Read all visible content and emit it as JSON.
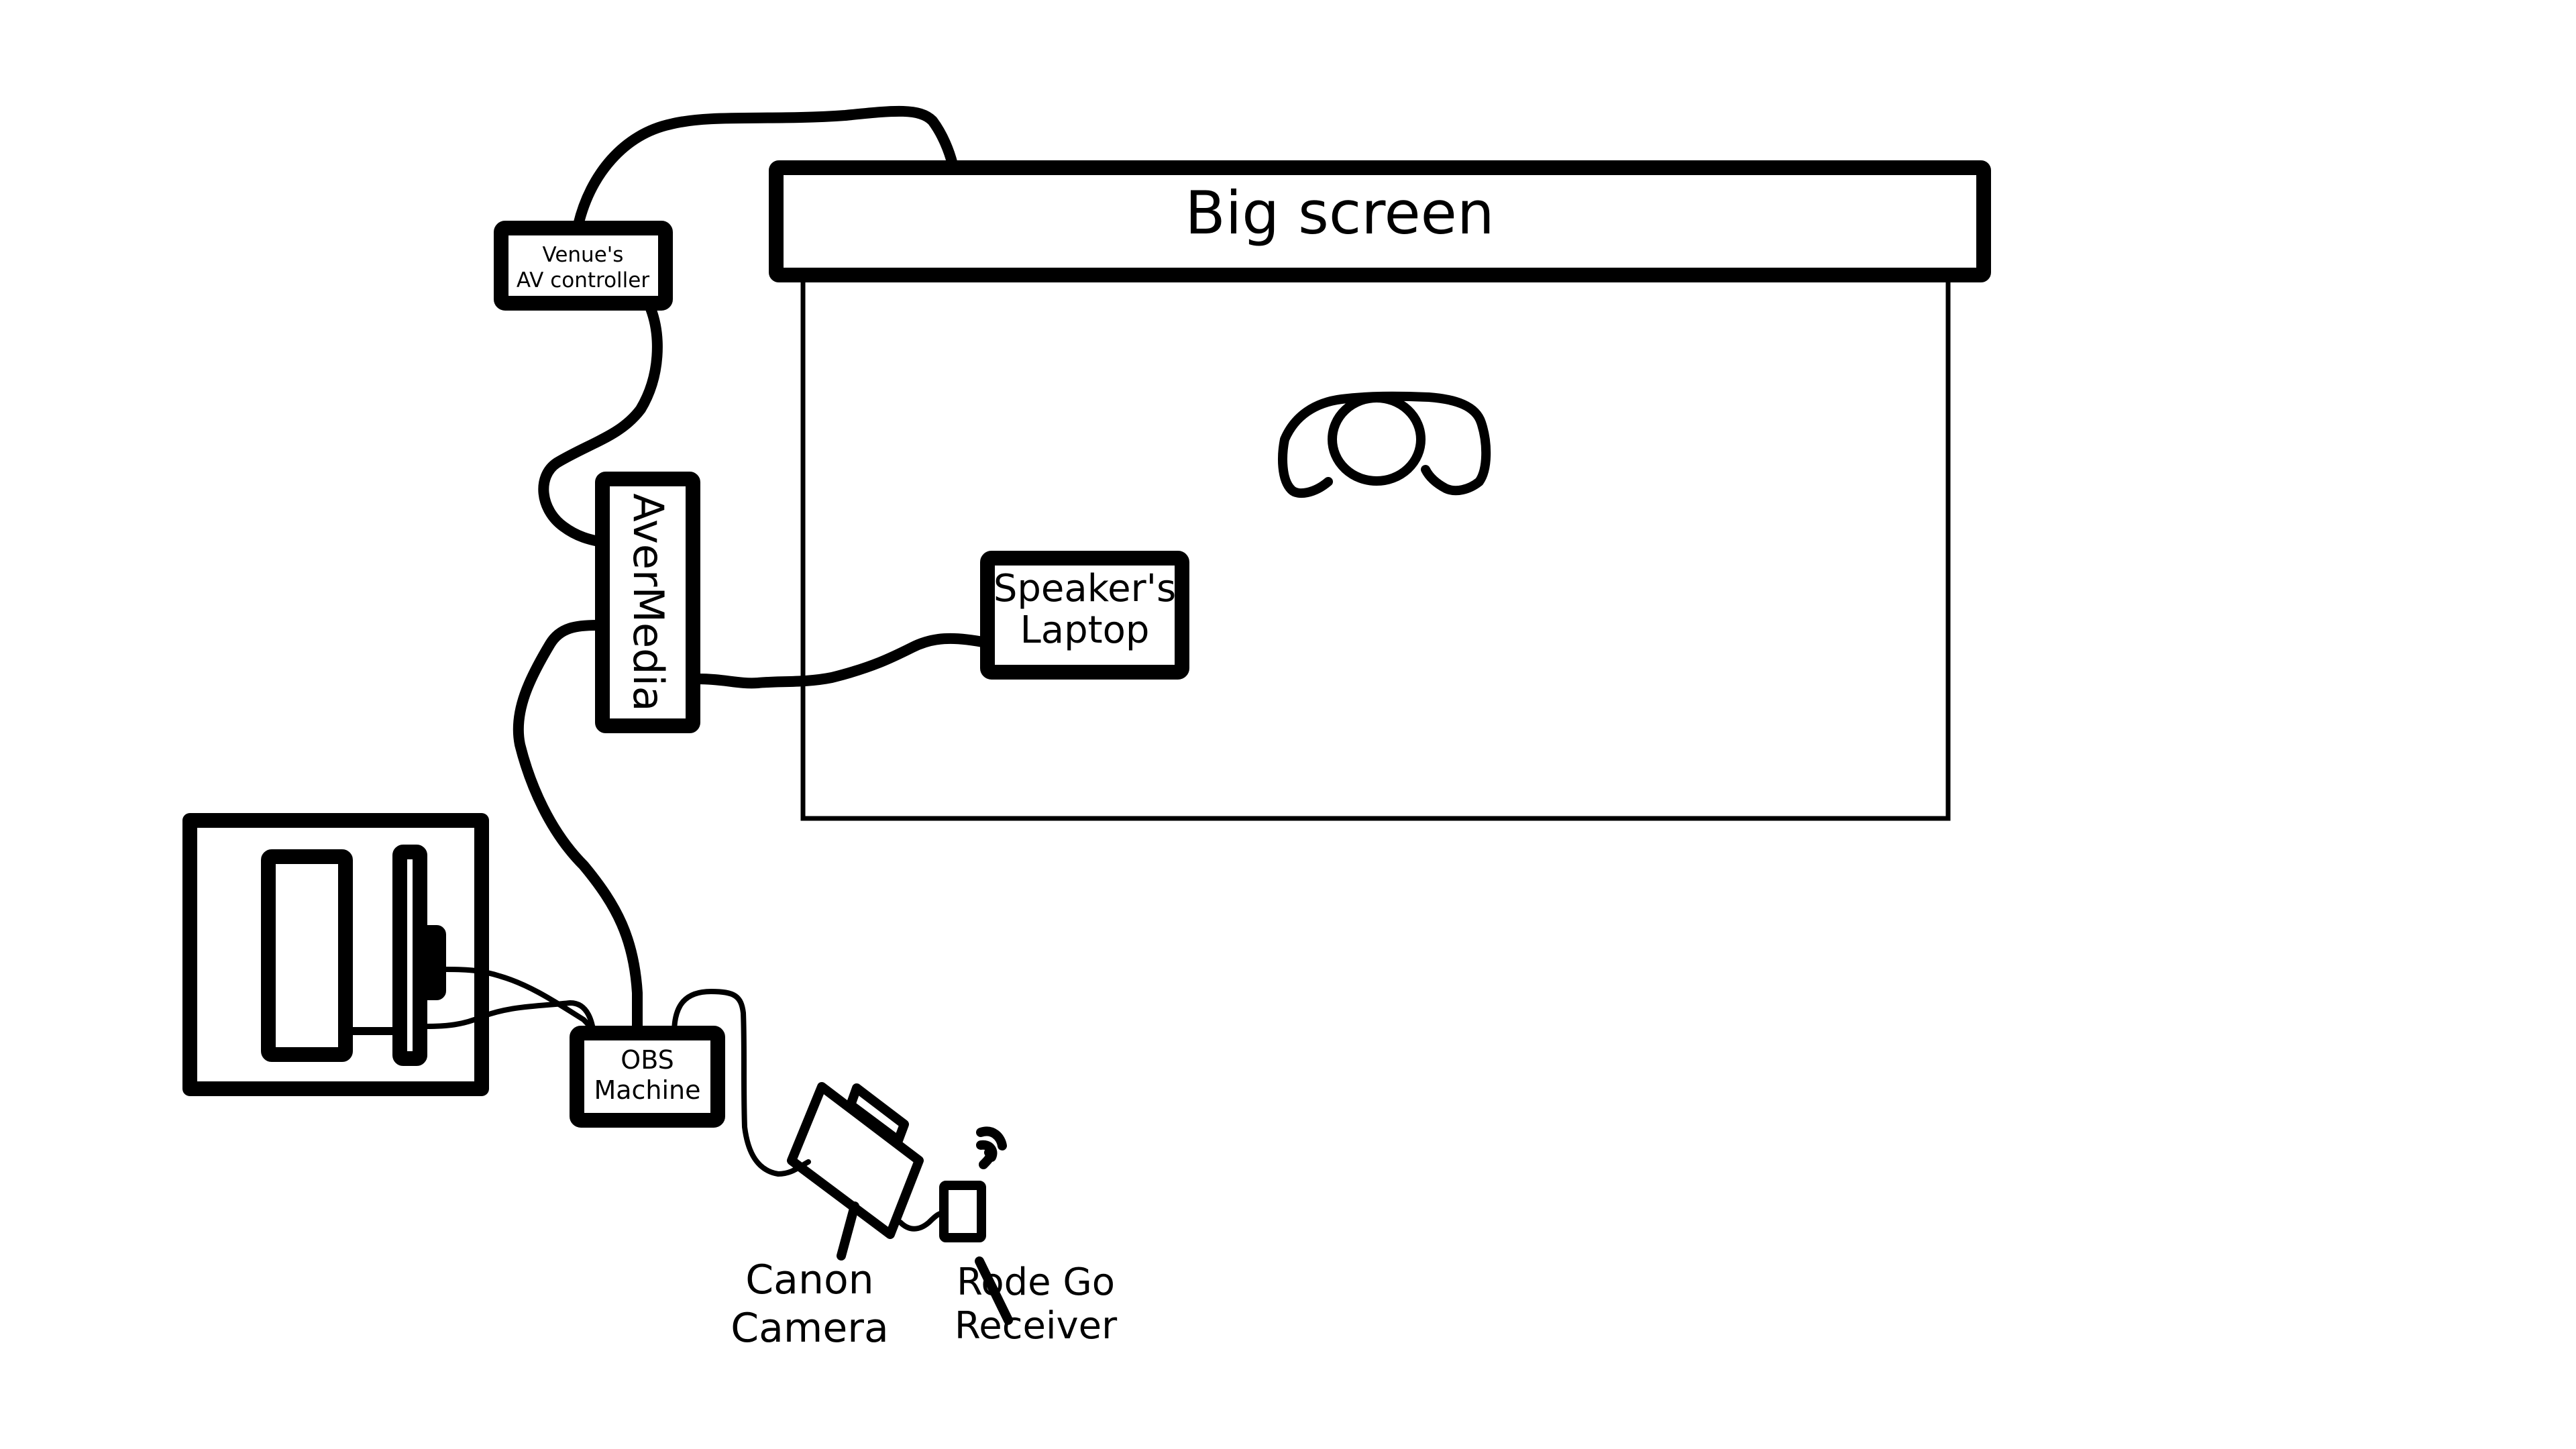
{
  "diagram": {
    "big_screen": {
      "label": "Big screen"
    },
    "venue_av": {
      "line1": "Venue's",
      "line2": "AV controller"
    },
    "avermedia": {
      "label": "AverMedia"
    },
    "speaker_laptop": {
      "line1": "Speaker's",
      "line2": "Laptop"
    },
    "obs_machine": {
      "line1": "OBS",
      "line2": "Machine"
    },
    "canon_camera": {
      "line1": "Canon",
      "line2": "Camera"
    },
    "rode_receiver": {
      "line1": "Rode Go",
      "line2": "Receiver"
    },
    "stroke_color": "#000000",
    "background_color": "#ffffff"
  }
}
